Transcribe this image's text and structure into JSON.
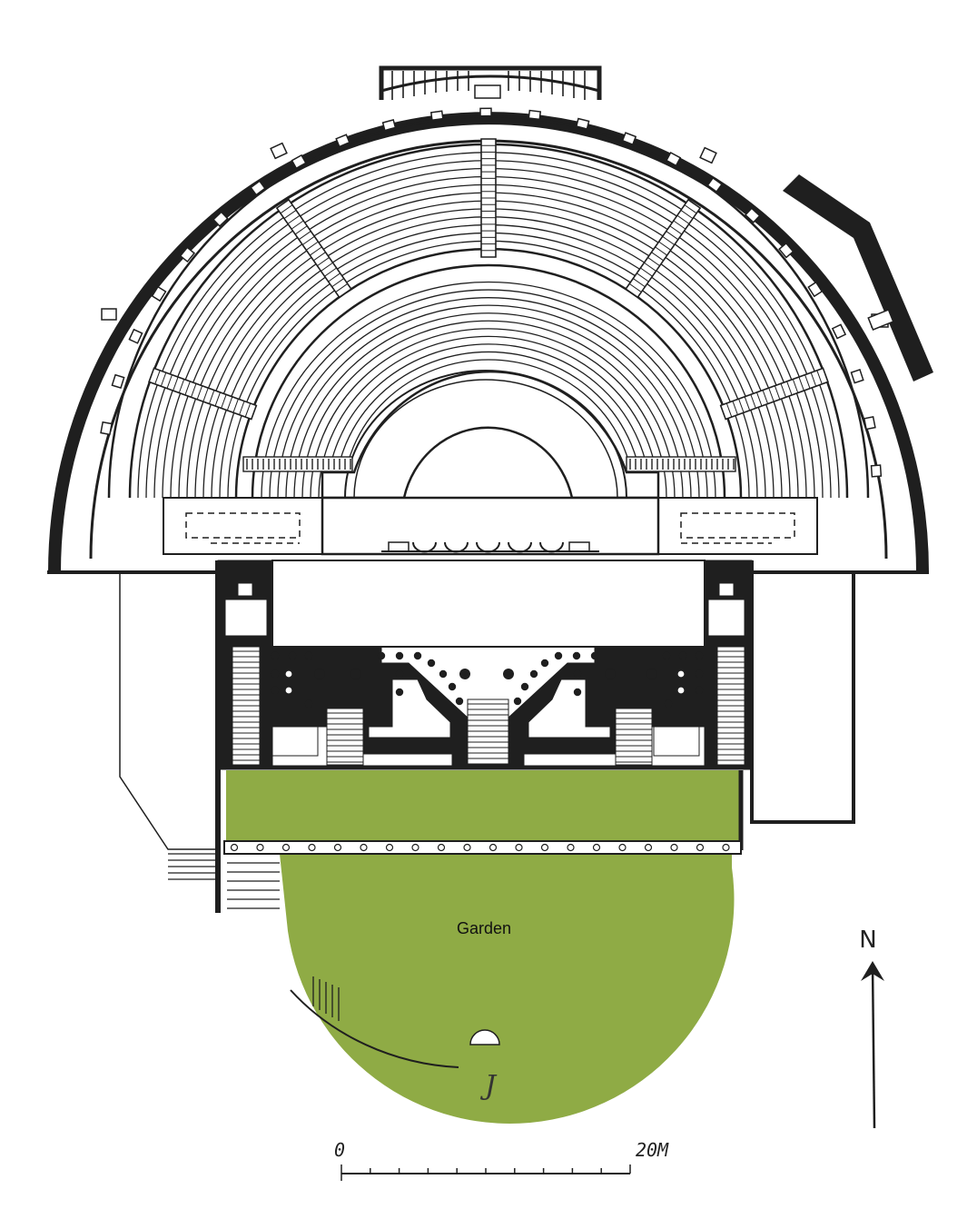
{
  "plan": {
    "garden_label": "Garden",
    "garden_color": "#8fab45",
    "ink_color": "#1f1f1f"
  },
  "north_arrow": {
    "label": "N"
  },
  "scale_bar": {
    "start_label": "0",
    "end_label": "20M"
  },
  "figure_mark": {
    "label": "J"
  }
}
